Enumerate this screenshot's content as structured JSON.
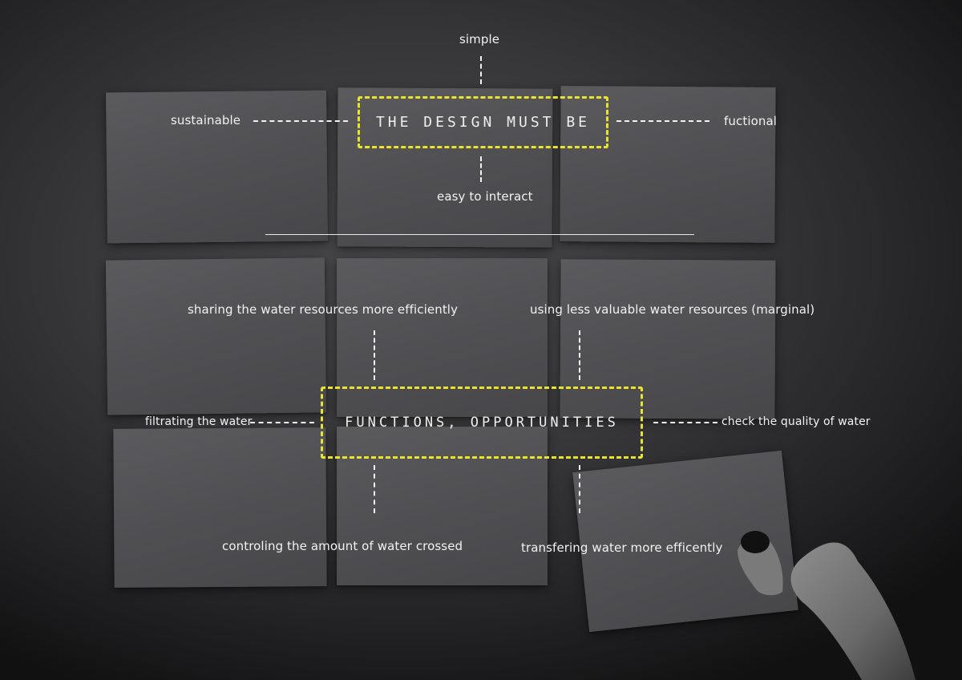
{
  "top": {
    "title": "THE DESIGN MUST BE",
    "top_label": "simple",
    "left_label": "sustainable",
    "right_label": "fuctional",
    "bottom_label": "easy to interact"
  },
  "bottom": {
    "title": "FUNCTIONS, OPPORTUNITIES",
    "top_left": "sharing the water resources more efficiently",
    "top_right": "using less valuable water resources (marginal)",
    "left": "filtrating the water",
    "right": "check the quality of water",
    "bottom_left": "controling the amount of water crossed",
    "bottom_right": "transfering water more efficently"
  },
  "colors": {
    "accent": "#e9e32e",
    "text": "#f2f2f2",
    "background": "#38383a"
  }
}
